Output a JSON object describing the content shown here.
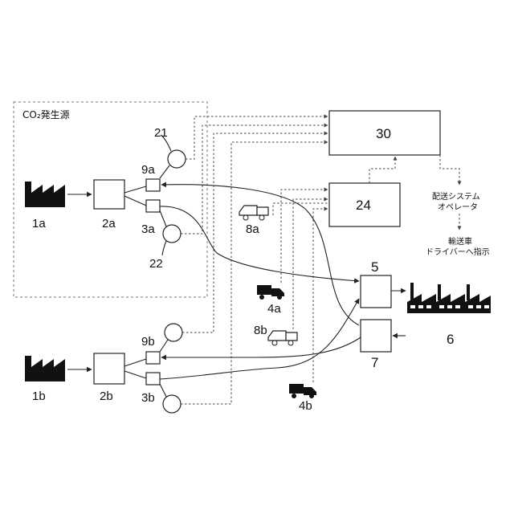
{
  "labels": {
    "region_title": "CO₂発生源",
    "source_a": "1a",
    "source_b": "1b",
    "unit_a": "2a",
    "unit_b": "2b",
    "port_3a": "3a",
    "port_3b": "3b",
    "port_9a": "9a",
    "port_9b": "9b",
    "sensor_21": "21",
    "sensor_22": "22",
    "truck_4a": "4a",
    "truck_4b": "4b",
    "truck_8a": "8a",
    "truck_8b": "8b",
    "box_5": "5",
    "box_7": "7",
    "plant_6": "6",
    "box_24": "24",
    "box_30": "30",
    "operator_line1": "配送システム",
    "operator_line2": "オペレータ",
    "driver_line1": "輸送車",
    "driver_line2": "ドライバーへ指示"
  },
  "colors": {
    "line": "#222222",
    "dashed": "#444444",
    "region_border": "#777777",
    "icon_fill": "#111111"
  },
  "icons": [
    "factory-icon",
    "dump-truck-icon",
    "dump-truck-outline-icon",
    "factory-row-icon"
  ]
}
